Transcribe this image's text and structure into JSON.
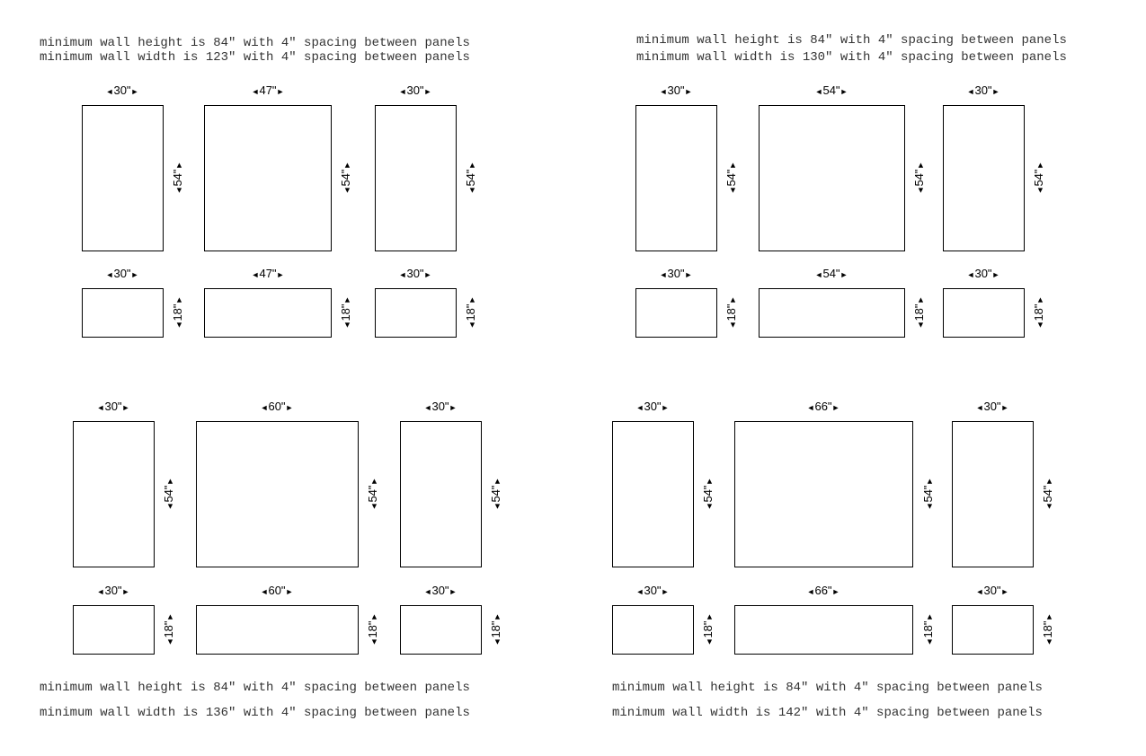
{
  "arrows": {
    "left": "◄",
    "right": "►"
  },
  "layouts": [
    {
      "notes": [
        "minimum wall height is 84\" with 4\" spacing between panels",
        "minimum wall width is 123\" with 4\" spacing between panels"
      ],
      "top_row_height": "54\"",
      "bottom_row_height": "18\"",
      "columns": [
        {
          "width": "30\""
        },
        {
          "width": "47\""
        },
        {
          "width": "30\""
        }
      ]
    },
    {
      "notes": [
        "minimum wall height is 84\" with 4\" spacing between panels",
        "minimum wall width is 130\" with 4\" spacing between panels"
      ],
      "top_row_height": "54\"",
      "bottom_row_height": "18\"",
      "columns": [
        {
          "width": "30\""
        },
        {
          "width": "54\""
        },
        {
          "width": "30\""
        }
      ]
    },
    {
      "notes": [
        "minimum wall height is 84\" with 4\" spacing between panels",
        "minimum wall width is 136\" with 4\" spacing between panels"
      ],
      "top_row_height": "54\"",
      "bottom_row_height": "18\"",
      "columns": [
        {
          "width": "30\""
        },
        {
          "width": "60\""
        },
        {
          "width": "30\""
        }
      ]
    },
    {
      "notes": [
        "minimum wall height is 84\" with 4\" spacing between panels",
        "minimum wall width is 142\" with 4\" spacing between panels"
      ],
      "top_row_height": "54\"",
      "bottom_row_height": "18\"",
      "columns": [
        {
          "width": "30\""
        },
        {
          "width": "66\""
        },
        {
          "width": "30\""
        }
      ]
    }
  ]
}
